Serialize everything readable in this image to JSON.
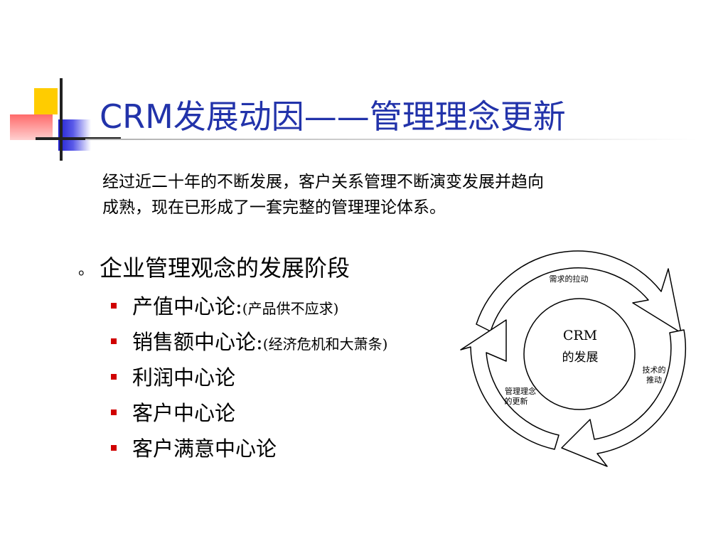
{
  "slide": {
    "title": "CRM发展动因——管理理念更新",
    "intro": "经过近二十年的不断发展，客户关系管理不断演变发展并趋向成熟，现在已形成了一套完整的管理理论体系。",
    "level1": {
      "marker": "。",
      "text": "企业管理观念的发展阶段"
    },
    "items": [
      {
        "main": "产值中心论:",
        "note": "(产品供不应求)"
      },
      {
        "main": "销售额中心论:",
        "note": "(经济危机和大萧条)"
      },
      {
        "main": "利润中心论",
        "note": ""
      },
      {
        "main": "客户中心论",
        "note": ""
      },
      {
        "main": "客户满意中心论",
        "note": ""
      }
    ]
  },
  "diagram": {
    "center_line1": "CRM",
    "center_line2": "的发展",
    "top_label": "需求的拉动",
    "right_label_line1": "技术的",
    "right_label_line2": "推动",
    "left_label_line1": "管理理念",
    "left_label_line2": "的更新"
  },
  "colors": {
    "title": "#2233aa",
    "bullet": "#d00000",
    "deco_yellow": "#ffcc00",
    "deco_blue": "#2020d0",
    "deco_red": "#ff6a6a"
  }
}
